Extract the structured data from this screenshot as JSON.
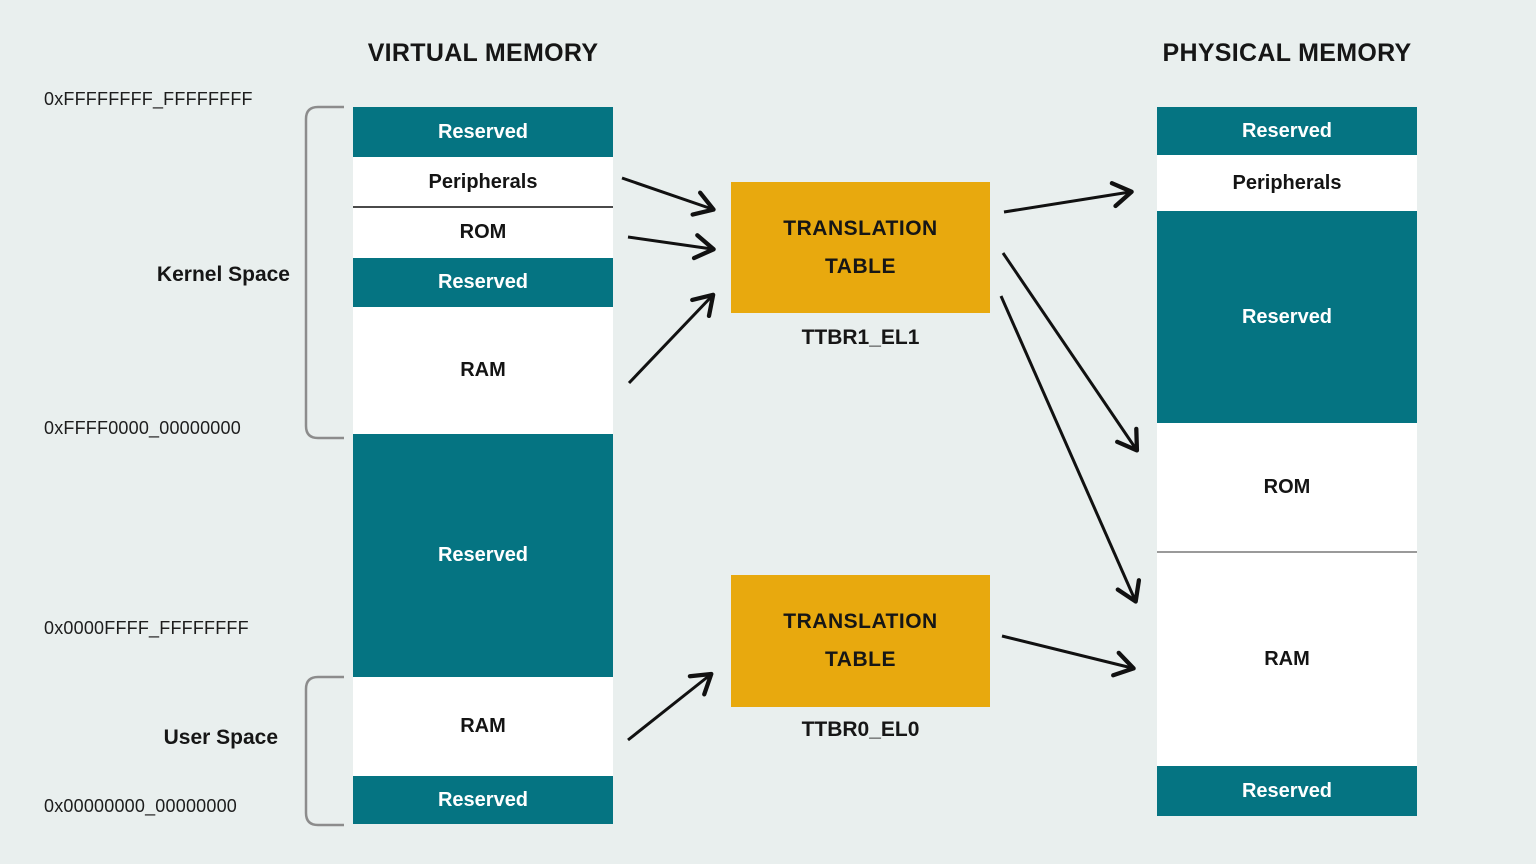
{
  "diagram": {
    "virtual": {
      "title": "VIRTUAL MEMORY",
      "blocks": [
        {
          "label": "Reserved",
          "style": "teal"
        },
        {
          "label": "Peripherals",
          "style": "white"
        },
        {
          "label": "ROM",
          "style": "white"
        },
        {
          "label": "Reserved",
          "style": "teal"
        },
        {
          "label": "RAM",
          "style": "white"
        },
        {
          "label": "Reserved",
          "style": "teal"
        },
        {
          "label": "RAM",
          "style": "white"
        },
        {
          "label": "Reserved",
          "style": "teal"
        }
      ],
      "addresses": [
        "0xFFFFFFFF_FFFFFFFF",
        "0xFFFF0000_00000000",
        "0x0000FFFF_FFFFFFFF",
        "0x00000000_00000000"
      ],
      "spaces": [
        {
          "label": "Kernel Space"
        },
        {
          "label": "User Space"
        }
      ]
    },
    "physical": {
      "title": "PHYSICAL MEMORY",
      "blocks": [
        {
          "label": "Reserved",
          "style": "teal"
        },
        {
          "label": "Peripherals",
          "style": "white"
        },
        {
          "label": "Reserved",
          "style": "teal"
        },
        {
          "label": "ROM",
          "style": "white"
        },
        {
          "label": "RAM",
          "style": "white"
        },
        {
          "label": "Reserved",
          "style": "teal"
        }
      ]
    },
    "translation_tables": [
      {
        "title_line1": "TRANSLATION",
        "title_line2": "TABLE",
        "register": "TTBR1_EL1"
      },
      {
        "title_line1": "TRANSLATION",
        "title_line2": "TABLE",
        "register": "TTBR0_EL0"
      }
    ],
    "colors": {
      "teal": "#057482",
      "amber": "#E8A90E",
      "background": "#E9EFEE",
      "block_white": "#FFFFFF",
      "arrow": "#111111",
      "bracket": "#8C8C8C"
    }
  }
}
